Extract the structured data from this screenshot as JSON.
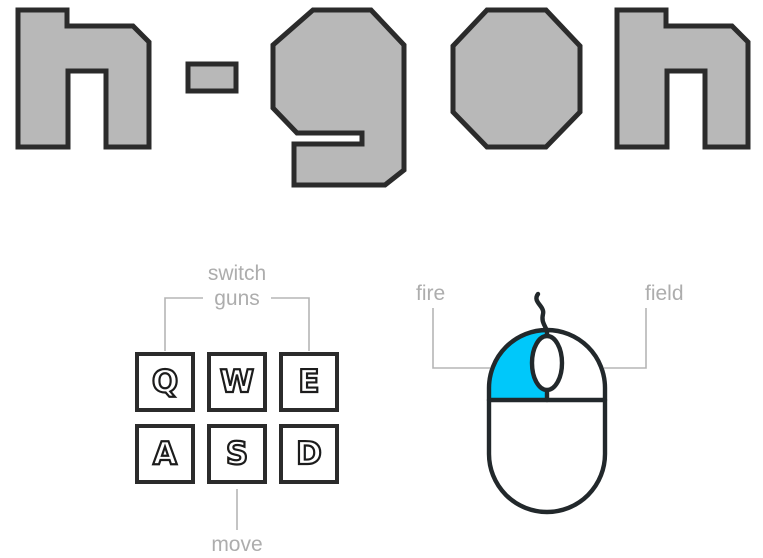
{
  "page": {
    "title": "n-gon",
    "background_color": "#ffffff"
  },
  "logo": {
    "text": "n-gon",
    "letters": [
      "n",
      "-",
      "g",
      "o",
      "n"
    ],
    "fill_color": "#b8b8b8",
    "stroke_color": "#2b2b2b"
  },
  "keyboard": {
    "rows": [
      {
        "keys": [
          "Q",
          "W",
          "E"
        ]
      },
      {
        "keys": [
          "A",
          "S",
          "D"
        ]
      }
    ],
    "keys_flat": [
      "Q",
      "W",
      "E",
      "A",
      "S",
      "D"
    ],
    "key_border_color": "#2b2b2b",
    "key_face_color": "#ffffff"
  },
  "callouts": {
    "switch_guns": {
      "line1": "switch",
      "line2": "guns",
      "targets": [
        "Q",
        "E"
      ]
    },
    "move": {
      "label": "move",
      "target": "S"
    },
    "fire": {
      "label": "fire",
      "target": "left-mouse-button"
    },
    "field": {
      "label": "field",
      "target": "right-mouse-button"
    },
    "color": "#adadad",
    "leader_color": "#b5b5b5"
  },
  "mouse": {
    "left_button_label": "fire",
    "right_button_label": "field",
    "left_button_color": "#00c8fa",
    "right_button_color": "#ffffff",
    "outline_color": "#22282b",
    "has_scroll_wheel": true,
    "has_cord": true
  }
}
